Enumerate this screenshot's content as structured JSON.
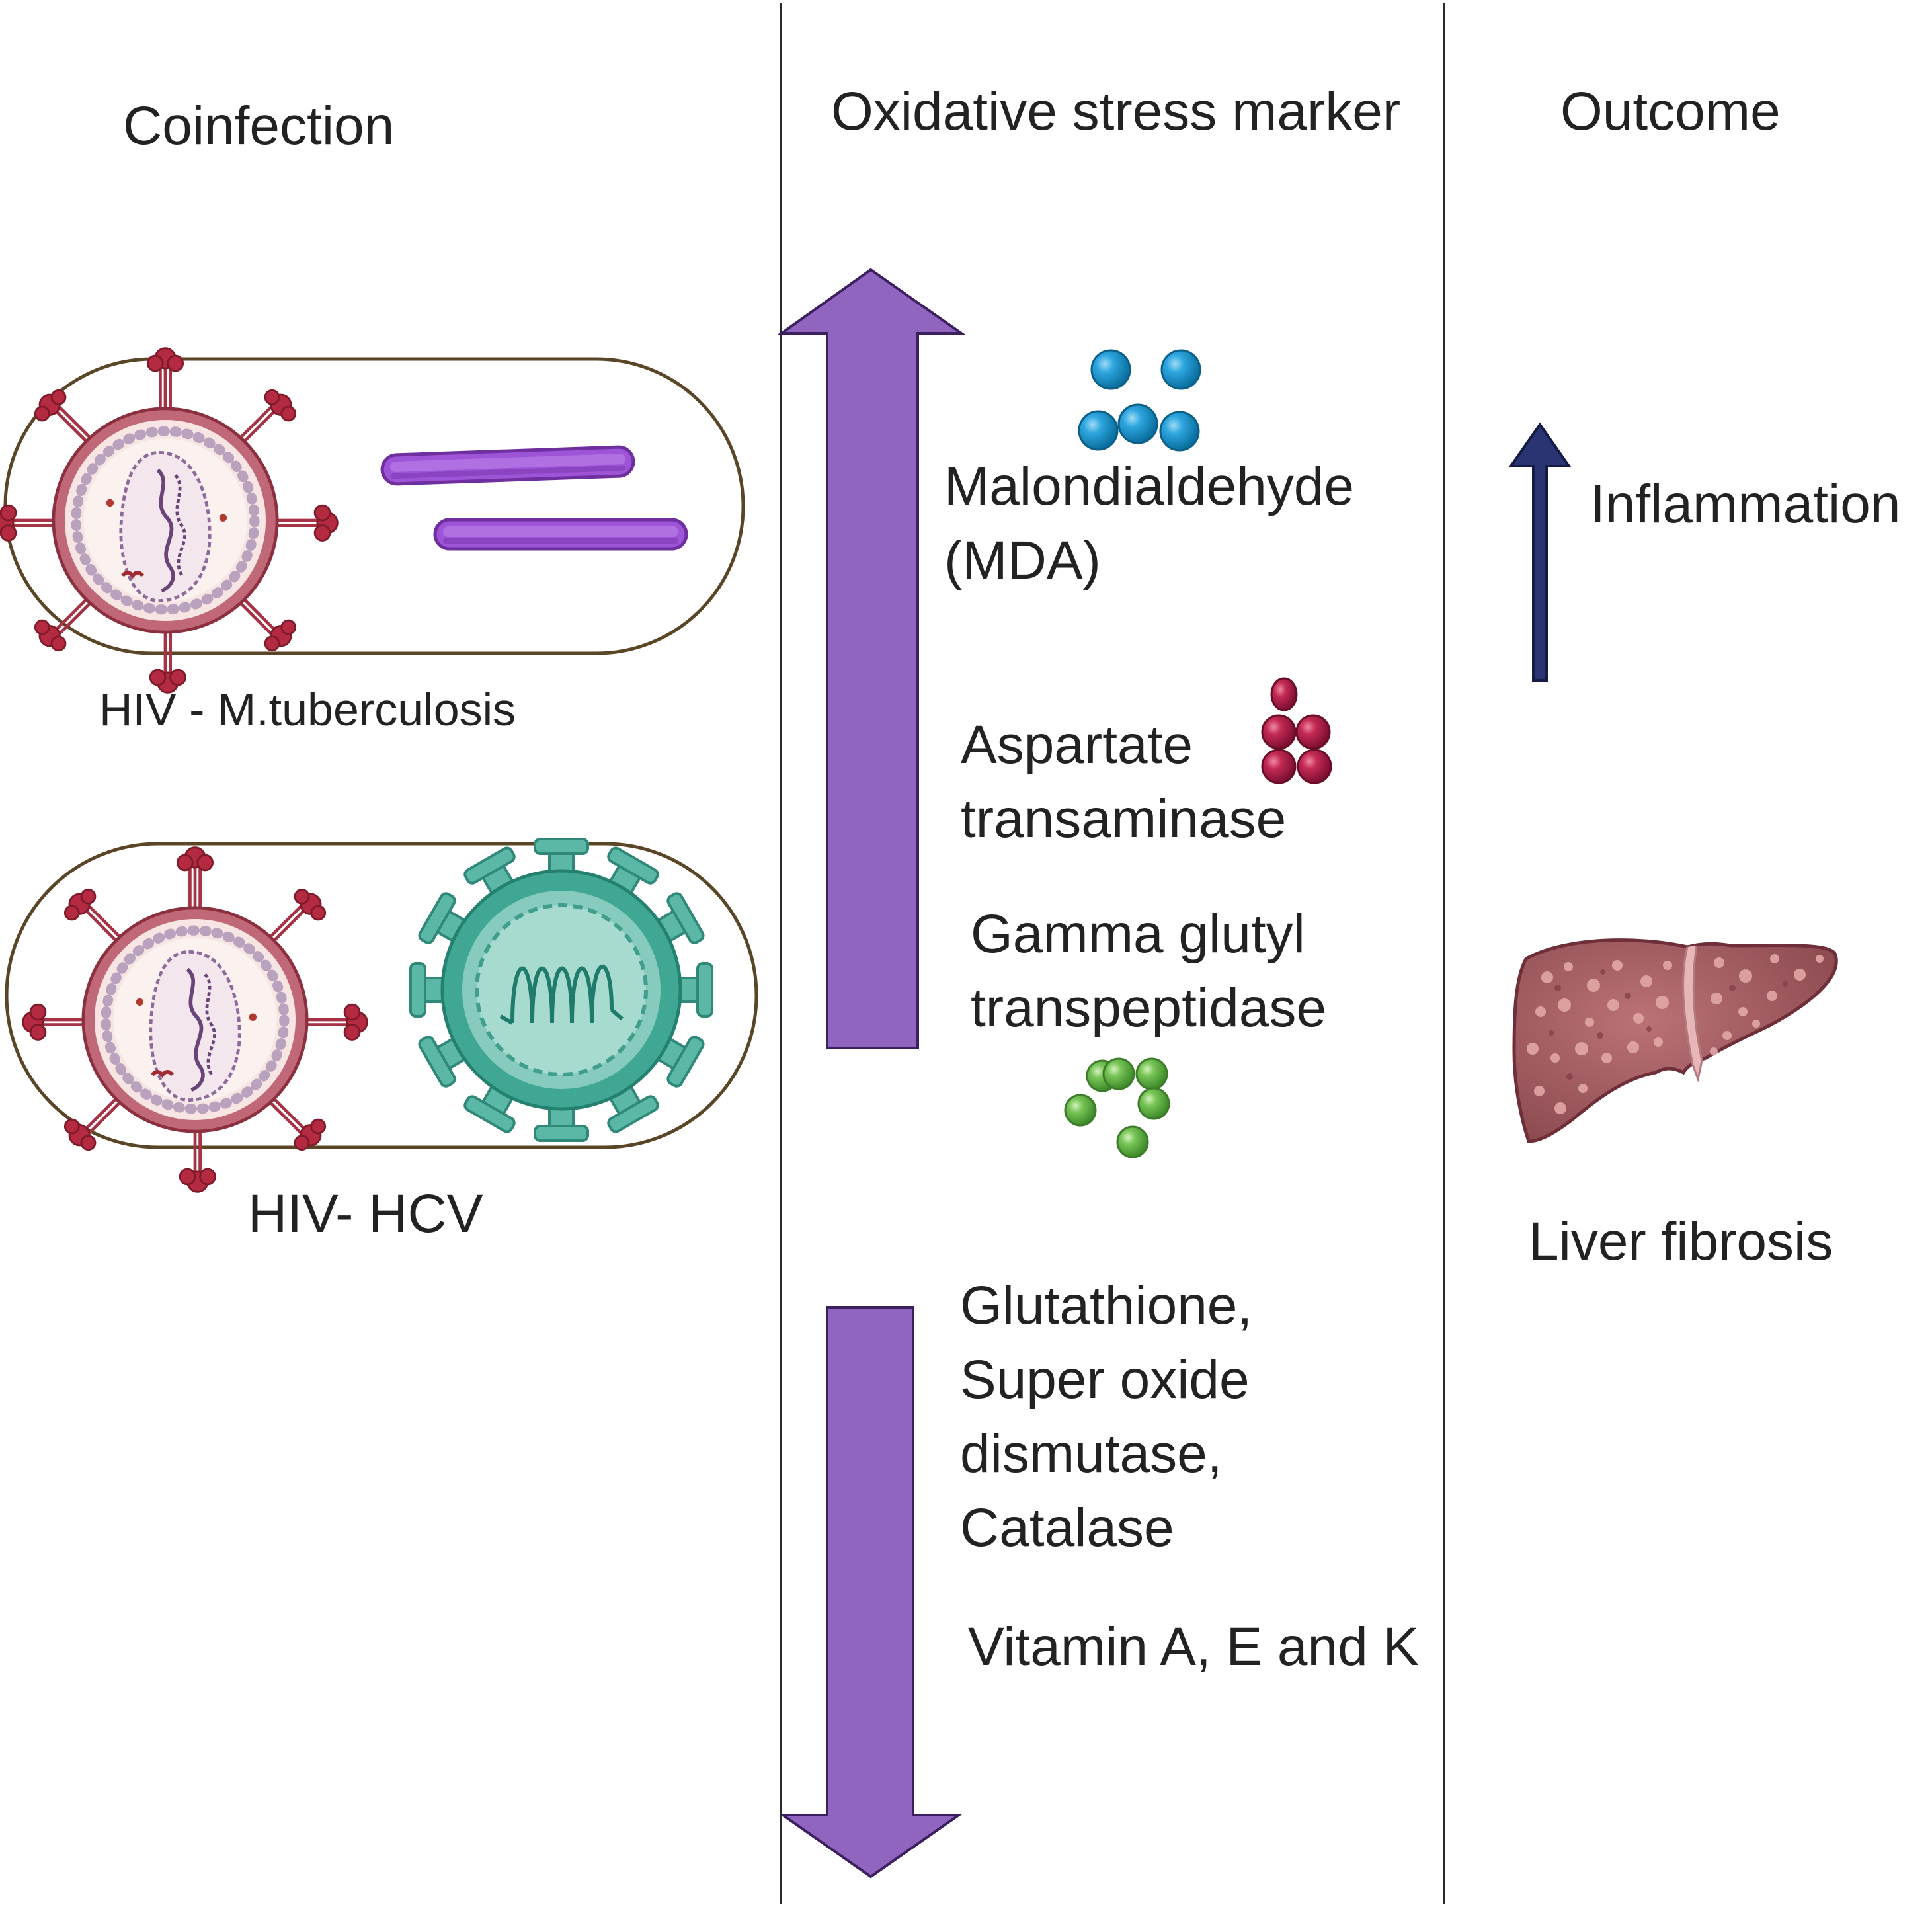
{
  "colors": {
    "arrow_purple": "#9065c0",
    "arrow_border": "#3c1f5e",
    "inflammation_arrow": "#242f66",
    "capsule_border": "#5a4526",
    "hiv_red": "#b43548",
    "bacteria_purple": "#9b4fd0",
    "hcv_teal": "#3a9d8b",
    "mda_blue": "#1f93cf",
    "ast_red": "#b01f48",
    "ggt_green": "#66b847",
    "liver": "#a05a5e"
  },
  "icons": {
    "hiv_virion": "hiv-virus-icon",
    "tb_bacilli": "mycobacterium-icon",
    "hcv_virion": "hcv-virus-icon",
    "mda_molecules": "blue-molecule-cluster-icon",
    "ast_molecules": "red-molecule-cluster-icon",
    "ggt_molecules": "green-molecule-cluster-icon",
    "liver": "fibrotic-liver-icon"
  },
  "columns": {
    "coinfection": "Coinfection",
    "marker": "Oxidative stress marker",
    "outcome": "Outcome"
  },
  "coinfections": {
    "hiv_tb": "HIV - M.tuberculosis",
    "hiv_hcv": "HIV- HCV"
  },
  "markers": {
    "increased": {
      "mda": "Malondialdehyde\n(MDA)",
      "ast": "Aspartate\ntransaminase",
      "ggt": "Gamma glutyl\ntranspeptidase"
    },
    "decreased": {
      "antioxidants": "Glutathione,\nSuper oxide\ndismutase,\nCatalase",
      "vitamins": "Vitamin A, E and K"
    }
  },
  "outcomes": {
    "inflammation": "Inflammation",
    "fibrosis": "Liver fibrosis"
  }
}
